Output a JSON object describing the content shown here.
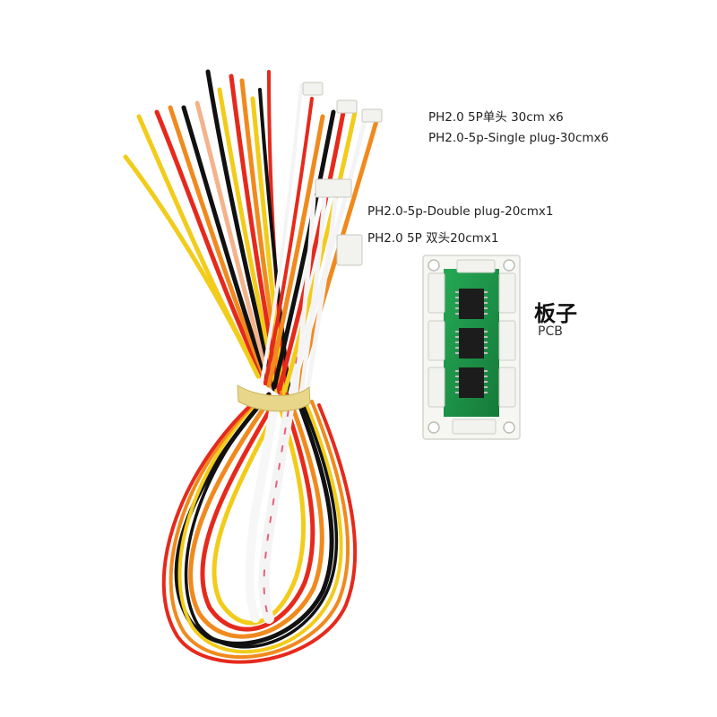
{
  "labels": {
    "single_plug_cn": "PH2.0 5P单头 30cm x6",
    "single_plug_en": "PH2.0-5p-Single plug-30cmx6",
    "double_plug_en": "PH2.0-5p-Double plug-20cmx1",
    "double_plug_cn": "PH2.0 5P 双头20cmx1",
    "pcb_cn": "板子",
    "pcb_en": "PCB"
  },
  "colors": {
    "background": "#ffffff",
    "wire_yellow": "#f2cc1a",
    "wire_orange": "#f08a1e",
    "wire_red": "#e52a1c",
    "wire_black": "#111111",
    "wire_white": "#f4f4f4",
    "pcb_green": "#1f9a4a",
    "connector_white": "#f2f2ee"
  }
}
